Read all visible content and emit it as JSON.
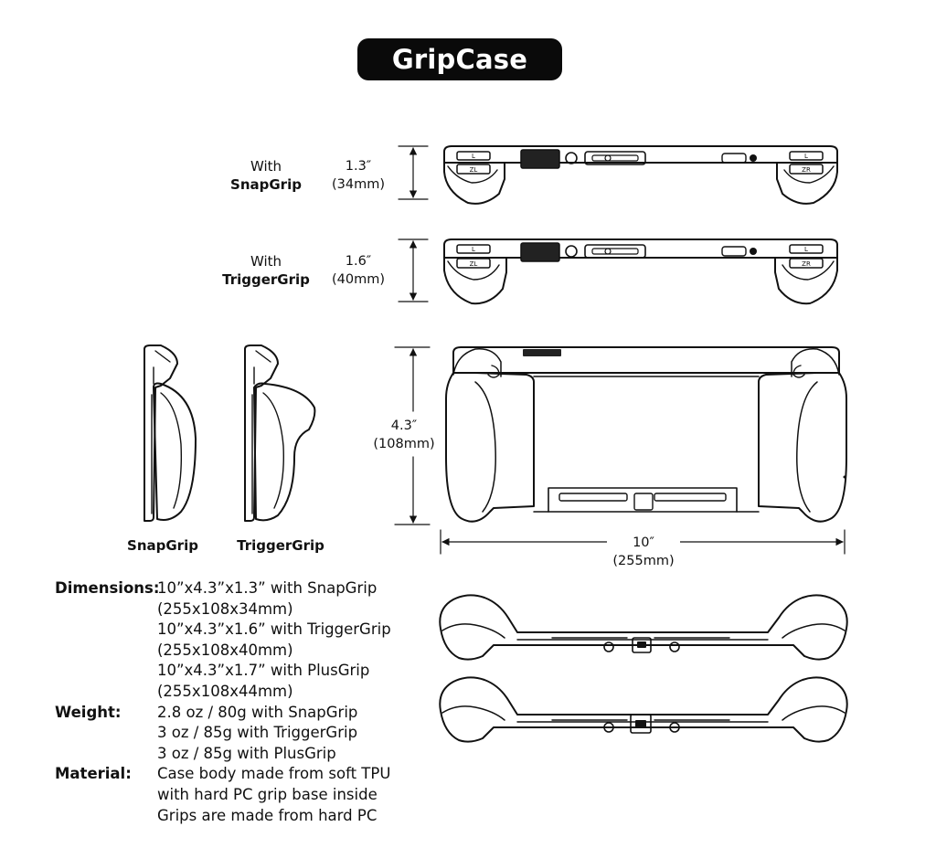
{
  "title": "GripCase",
  "top_views": [
    {
      "with": "With",
      "grip": "SnapGrip",
      "height_in": "1.3″",
      "height_mm": "(34mm)"
    },
    {
      "with": "With",
      "grip": "TriggerGrip",
      "height_in": "1.6″",
      "height_mm": "(40mm)"
    }
  ],
  "back_view": {
    "height_in": "4.3″",
    "height_mm": "(108mm)",
    "width_in": "10″",
    "width_mm": "(255mm)"
  },
  "side_grips": [
    "SnapGrip",
    "TriggerGrip"
  ],
  "specs": [
    {
      "key": "Dimensions:",
      "lines": [
        "10”x4.3”x1.3” with SnapGrip",
        "(255x108x34mm)",
        "10”x4.3”x1.6” with TriggerGrip",
        "(255x108x40mm)",
        "10”x4.3”x1.7” with PlusGrip",
        "(255x108x44mm)"
      ]
    },
    {
      "key": "Weight:",
      "lines": [
        "2.8 oz / 80g with SnapGrip",
        "3 oz / 85g with TriggerGrip",
        "3 oz / 85g with PlusGrip"
      ]
    },
    {
      "key": "Material:",
      "lines": [
        "Case body made from soft TPU",
        "with hard PC grip base inside",
        "Grips are made from hard PC"
      ]
    }
  ],
  "button_glyphs": {
    "left_top": "L",
    "left_bottom": "ZL",
    "right_top": "L",
    "right_bottom": "ZR"
  },
  "colors": {
    "title_bg": "#0a0a0a",
    "title_text": "#ffffff",
    "line": "#111111"
  }
}
